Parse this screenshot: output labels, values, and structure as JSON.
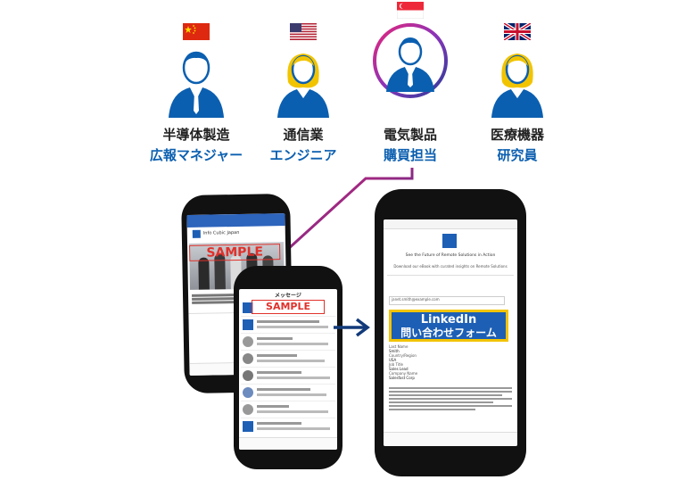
{
  "personas": [
    {
      "industry": "半導体製造",
      "role": "広報マネジャー",
      "flag": "china-flag-icon"
    },
    {
      "industry": "通信業",
      "role": "エンジニア",
      "flag": "usa-flag-icon"
    },
    {
      "industry": "電気製品",
      "role": "購買担当",
      "flag": "singapore-flag-icon"
    },
    {
      "industry": "医療機器",
      "role": "研究員",
      "flag": "uk-flag-icon"
    }
  ],
  "feed_phone": {
    "sample_label": "SAMPLE",
    "company": "Info Cubic Japan"
  },
  "messaging_phone": {
    "header": "メッセージ",
    "sample_label": "SAMPLE"
  },
  "form_phone": {
    "heading": "See the Future of Remote Solutions in Action",
    "subheading": "Download our eBook with curated insights on Remote Solutions",
    "email_value": "janet.smith@example.com",
    "banner_line1": "LinkedIn",
    "banner_line2": "問い合わせフォーム",
    "fields": [
      {
        "label": "Last Name",
        "value": "Smith"
      },
      {
        "label": "Country/Region",
        "value": "USA"
      },
      {
        "label": "Job Title",
        "value": "Sales Lead"
      },
      {
        "label": "Company Name",
        "value": "Salesfast Corp"
      }
    ]
  },
  "colors": {
    "accent_blue": "#0b5fb0",
    "banner_blue": "#1d5fb5",
    "banner_border": "#f2c400",
    "sample_red": "#e0312b",
    "arrow_navy": "#123a7a"
  }
}
